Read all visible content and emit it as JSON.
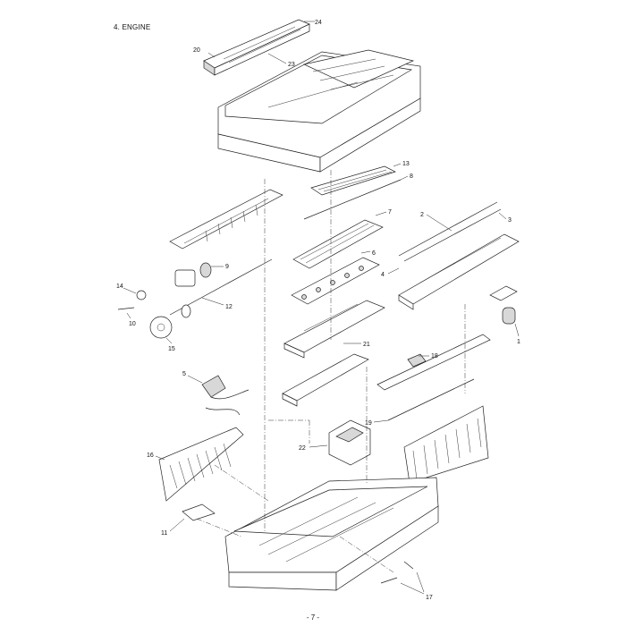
{
  "header": {
    "section_title": "4. ENGINE"
  },
  "footer": {
    "page_number": "- 7 -"
  },
  "callouts": {
    "c1": "1",
    "c2": "2",
    "c3": "3",
    "c4": "4",
    "c5": "5",
    "c6": "6",
    "c7": "7",
    "c8": "8",
    "c9": "9",
    "c10": "10",
    "c11": "11",
    "c12": "12",
    "c13": "13",
    "c14": "14",
    "c15": "15",
    "c16": "16",
    "c17": "17",
    "c18": "18",
    "c19": "19",
    "c20": "20",
    "c21": "21",
    "c22": "22",
    "c23": "23",
    "c24": "24"
  }
}
